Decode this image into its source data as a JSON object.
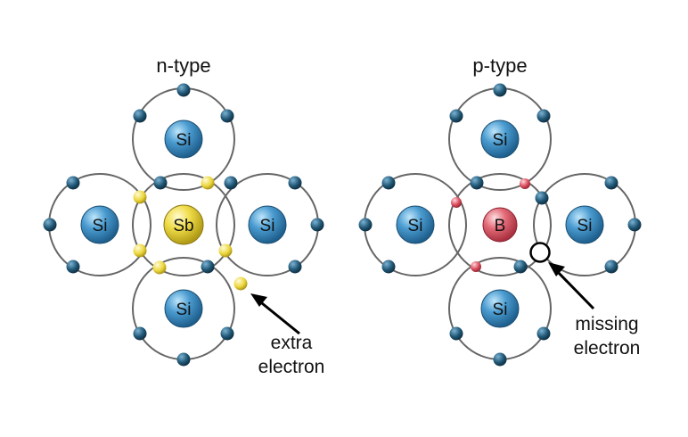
{
  "panels": [
    {
      "title": "n-type",
      "center_label": "Sb",
      "neighbor_label": "Si",
      "annotation_line1": "extra",
      "annotation_line2": "electron"
    },
    {
      "title": "p-type",
      "center_label": "B",
      "neighbor_label": "Si",
      "annotation_line1": "missing",
      "annotation_line2": "electron"
    }
  ],
  "colors": {
    "si_nucleus": "#3d8fc4",
    "sb_nucleus": "#ecd63a",
    "b_nucleus": "#e0606d",
    "si_electron": "#1f5573",
    "sb_electron": "#f0dc3c",
    "b_electron": "#d94a5a",
    "shell": "#666666"
  }
}
